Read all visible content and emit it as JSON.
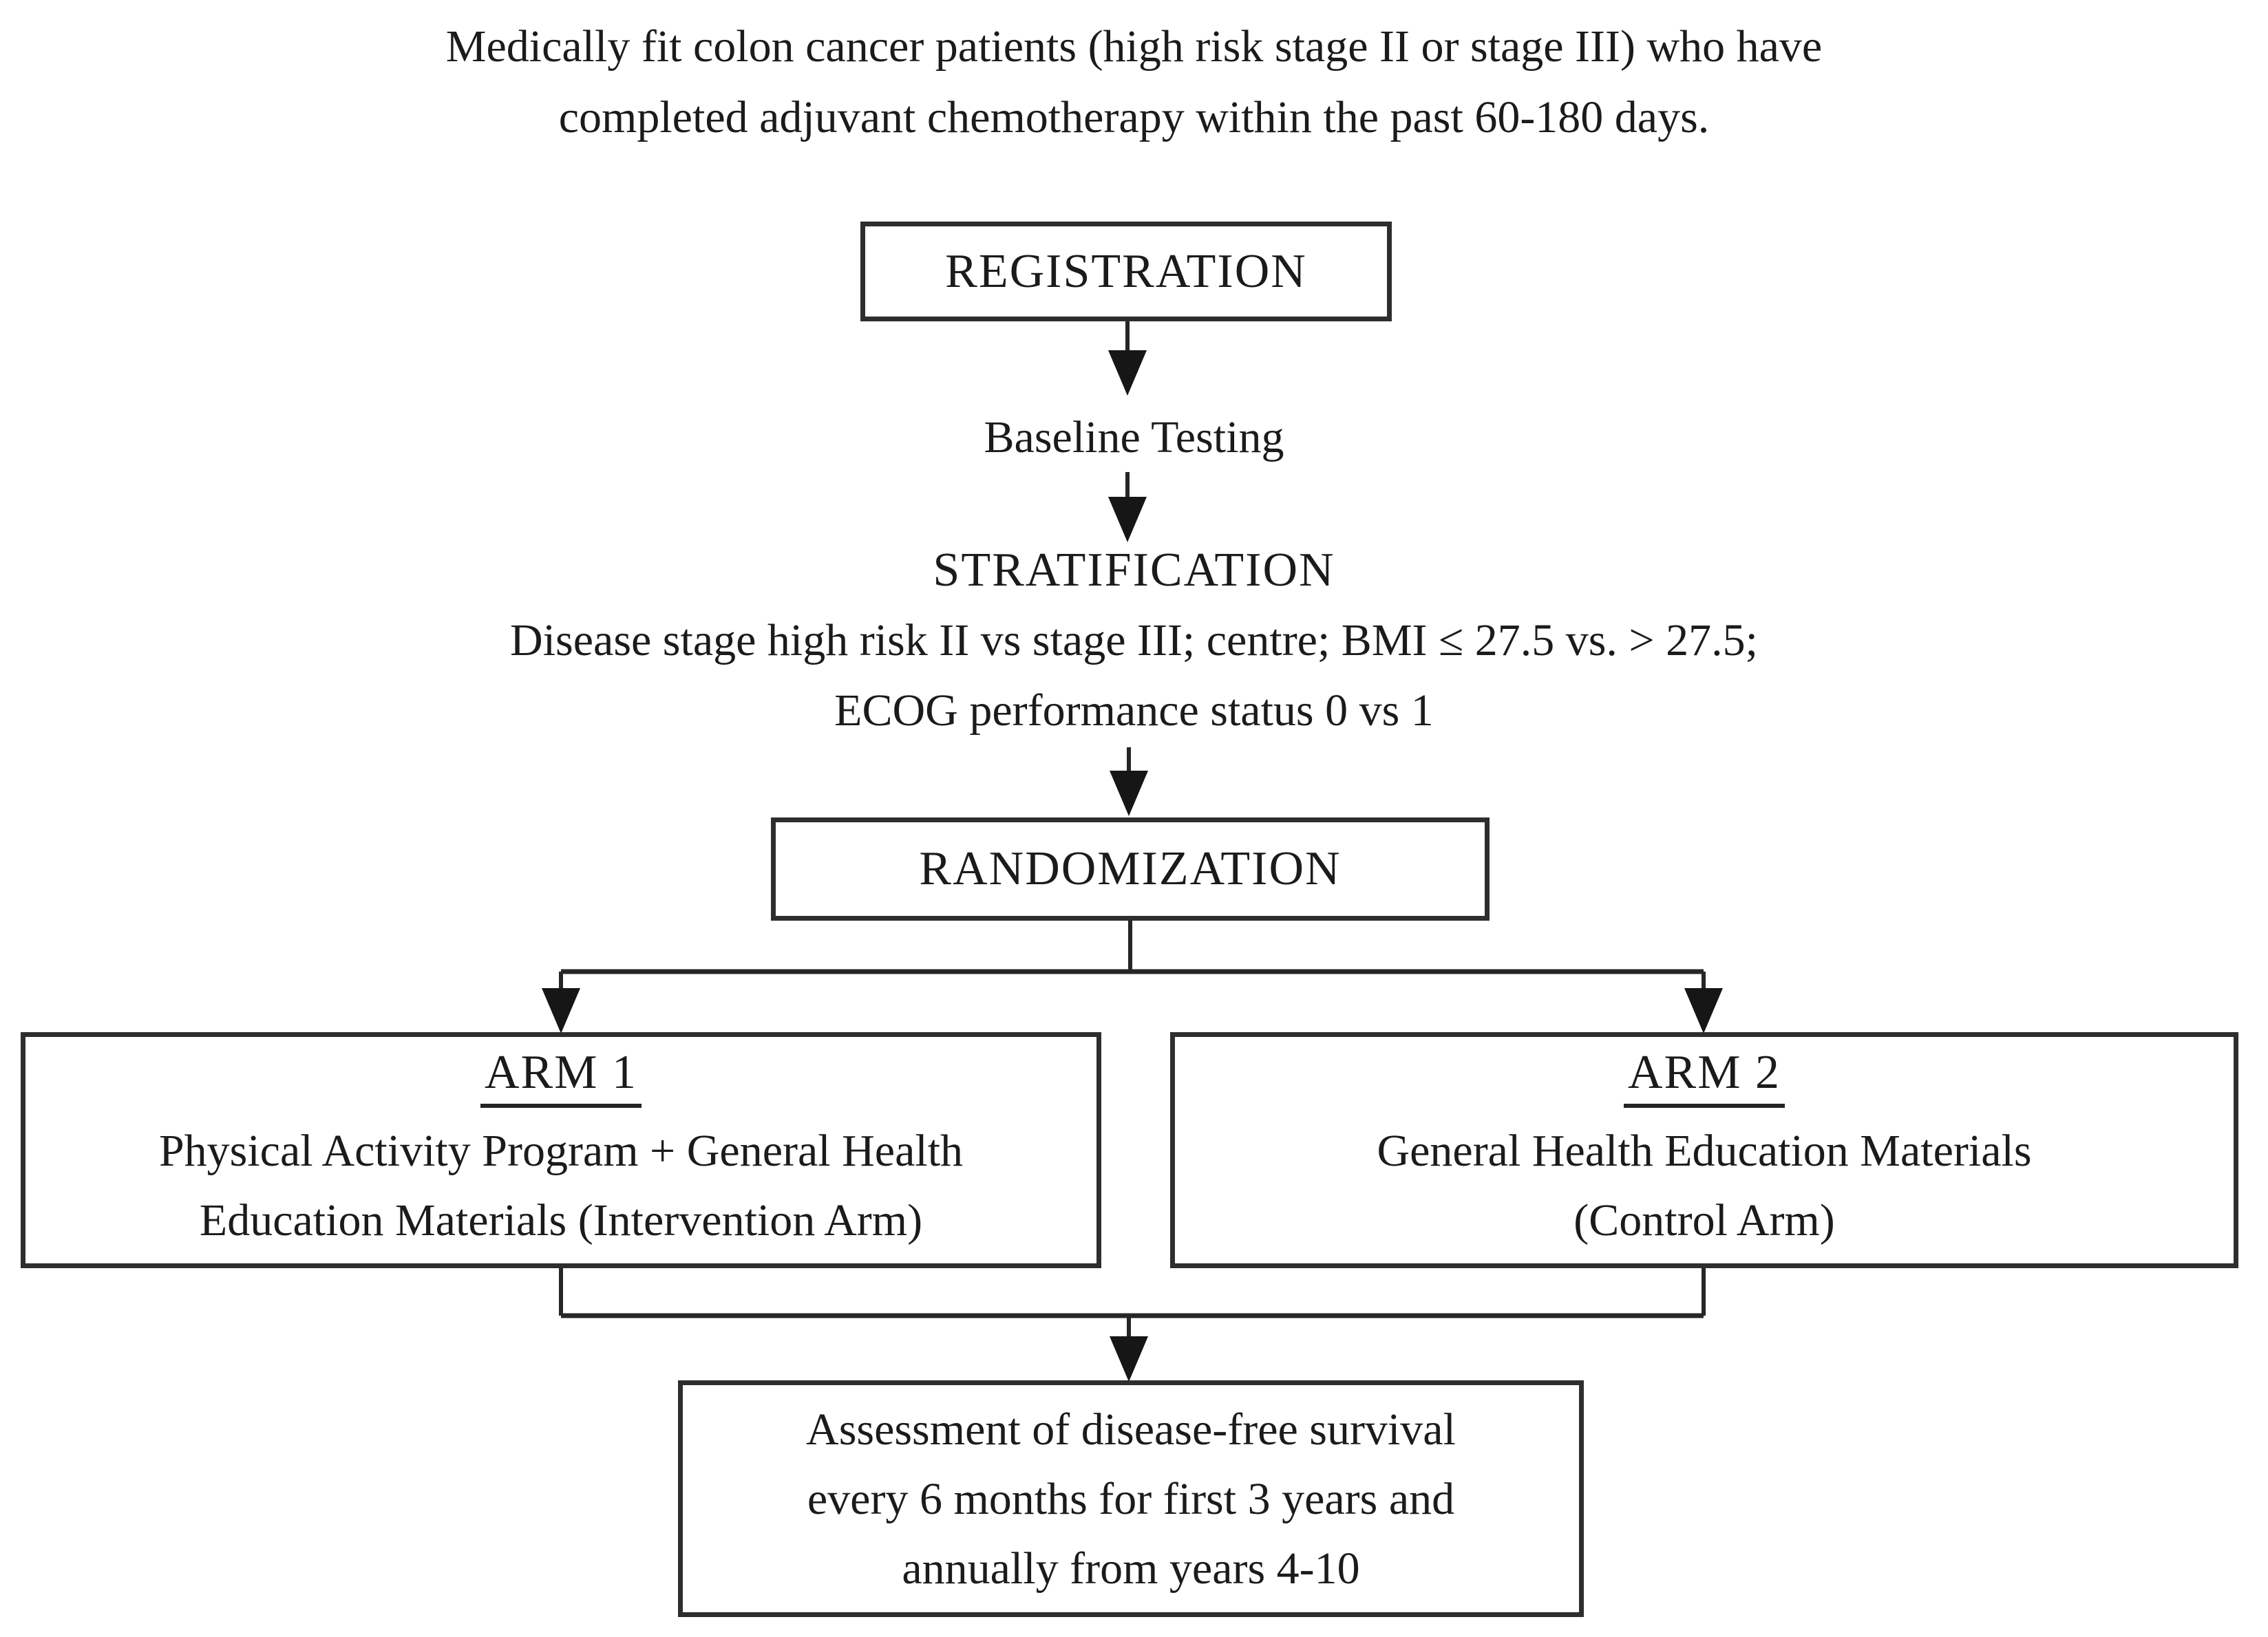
{
  "flow": {
    "eligibility": {
      "line1": "Medically fit colon cancer patients (high risk stage II or stage III) who have",
      "line2": "completed adjuvant chemotherapy within the past 60-180 days."
    },
    "registration": {
      "label": "REGISTRATION"
    },
    "baseline": {
      "label": "Baseline Testing"
    },
    "stratification": {
      "title": "STRATIFICATION",
      "line1": "Disease stage high risk II vs stage III; centre; BMI ≤ 27.5 vs. > 27.5;",
      "line2": "ECOG performance status 0 vs 1"
    },
    "randomization": {
      "label": "RANDOMIZATION"
    },
    "arm1": {
      "title": "ARM 1",
      "line1": "Physical Activity Program + General Health",
      "line2": "Education Materials (Intervention Arm)"
    },
    "arm2": {
      "title": "ARM 2",
      "line1": "General Health Education Materials",
      "line2": "(Control Arm)"
    },
    "assessment": {
      "line1": "Assessment of disease-free survival",
      "line2": "every 6 months for first 3 years and",
      "line3": "annually from years 4-10"
    }
  },
  "colors": {
    "ink": "#1b1b1b",
    "line": "#262626",
    "background": "#ffffff"
  }
}
